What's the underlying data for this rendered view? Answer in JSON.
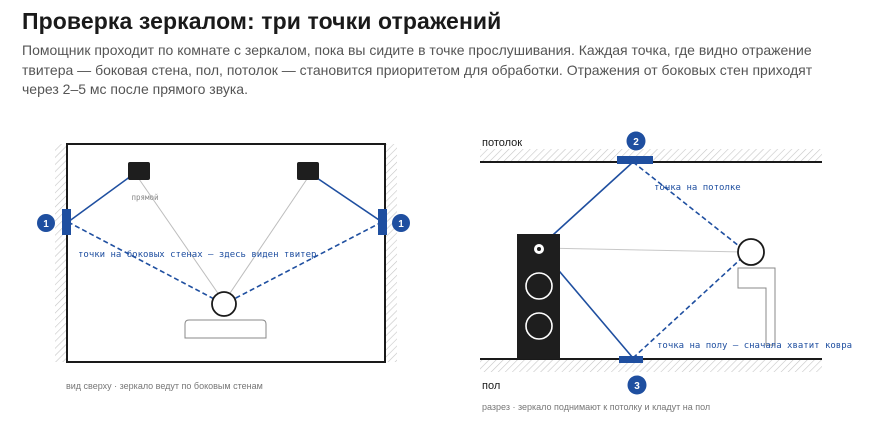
{
  "header": {
    "title": "Проверка зеркалом: три точки отражений",
    "description": "Помощник проходит по комнате с зеркалом, пока вы сидите в точке прослушивания. Каждая точка, где видно отражение твитера — боковая стена, пол, потолок — становится приоритетом для обработки. Отражения от боковых стен приходят через 2–5 мс после прямого звука."
  },
  "top_view": {
    "direct_label": "прямой",
    "side_walls_label": "точки на боковых стенах — здесь виден твитер",
    "left_badge": "1",
    "right_badge": "1",
    "caption": "вид сверху · зеркало ведут по боковым стенам"
  },
  "side_view": {
    "ceiling_label": "потолок",
    "floor_label": "пол",
    "ceiling_badge": "2",
    "floor_badge": "3",
    "ceiling_point_label": "точка на потолке",
    "floor_point_label": "точка на полу — сначала хватит ковра",
    "caption": "разрез · зеркало поднимают к потолку и кладут на пол"
  },
  "colors": {
    "accent": "#1f4fa0",
    "hatch": "#c8c8c8",
    "speaker": "#1e1e1e",
    "direct_line": "#bdbdbd"
  }
}
